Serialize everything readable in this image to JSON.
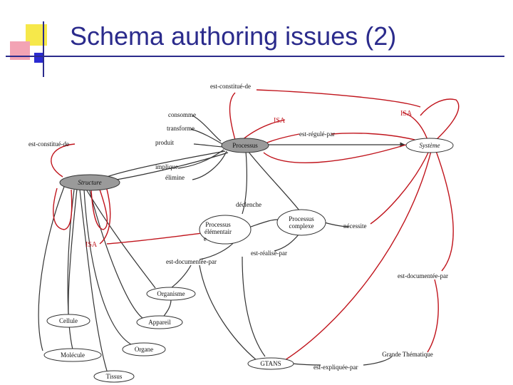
{
  "slide": {
    "title": "Schema authoring issues (2)"
  },
  "colors": {
    "title": "#2b2b8c",
    "edge_dark": "#333333",
    "edge_red": "#c0141c",
    "node_fill": "#ffffff",
    "node_fill_grey": "#9a9a9a",
    "deco_yellow": "#f6e84a",
    "deco_pink": "#f3a3b4",
    "deco_blue": "#2b2bd2"
  },
  "diagram": {
    "nodes": {
      "processus": "Processus",
      "systeme": "Système",
      "structure": "Structure",
      "processus_elementaire": [
        "Processus",
        "élémentair",
        "e"
      ],
      "processus_complexe": [
        "Processus",
        "complexe"
      ],
      "organisme": "Organisme",
      "cellule": "Cellule",
      "appareil": "Appareil",
      "organe": "Organe",
      "molecule": "Molécule",
      "tissus": "Tissus",
      "gtans": "GTANS",
      "grande_thematique": "Grande Thématique"
    },
    "edge_labels": {
      "est_constitue_de_top": "est-constitué-de",
      "est_constitue_de_left": "est-constitué-de",
      "consomme": "consomme",
      "transforme": "transforme",
      "produit": "produit",
      "implique": "implique",
      "elimine": "élimine",
      "isa_1": "ISA",
      "isa_2": "ISA",
      "isa_3": "ISA",
      "est_regule_par": "est-régulé-par",
      "declenche": "déclenche",
      "necessite": "nécessite",
      "est_realise_par": "est-réalisé-par",
      "est_documentee_par_1": "est-documentée-par",
      "est_documentee_par_2": "est-documentée-par",
      "est_expliquee_par": "est-expliquée-par"
    }
  }
}
